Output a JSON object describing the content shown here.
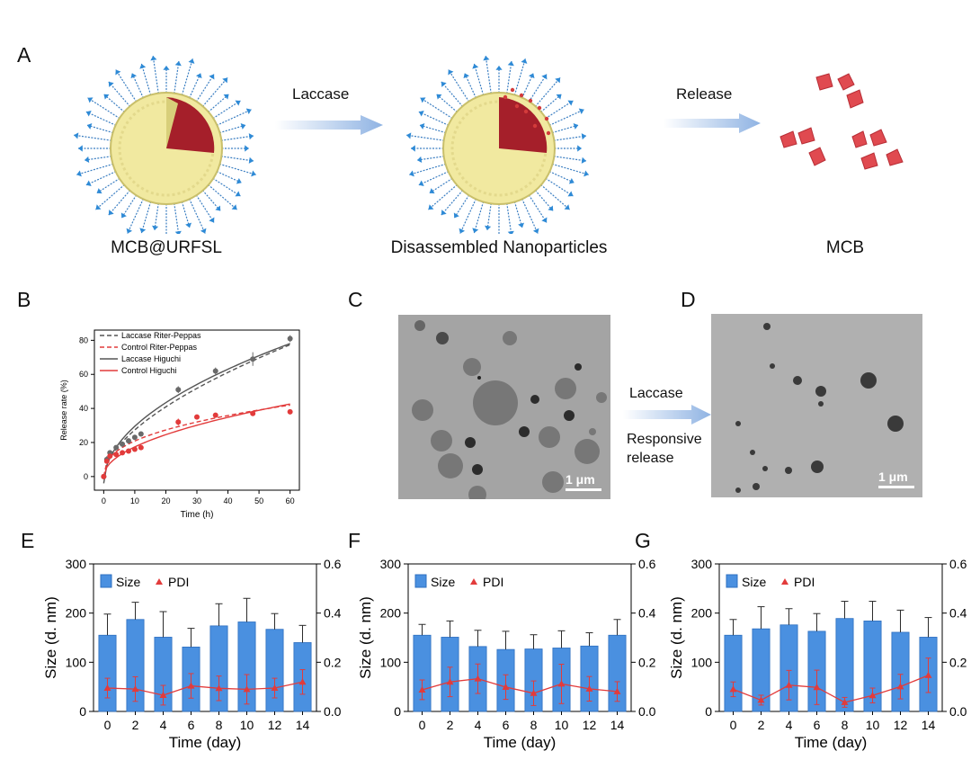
{
  "panels": {
    "A": {
      "letter": "A",
      "captions": [
        "MCB@URFSL",
        "Disassembled Nanoparticles",
        "MCB"
      ],
      "arrows": [
        "Laccase",
        "Release"
      ]
    },
    "B": {
      "letter": "B"
    },
    "C": {
      "letter": "C",
      "scale": "1 μm"
    },
    "D": {
      "letter": "D",
      "scale": "1 μm"
    },
    "mid": {
      "line1": "Laccase",
      "line2": "Responsive",
      "line3": "release"
    },
    "E": {
      "letter": "E"
    },
    "F": {
      "letter": "F"
    },
    "G": {
      "letter": "G"
    }
  },
  "colors": {
    "bar": "#4a90e0",
    "pdi": "#e23b3b",
    "arrow": "#9fbde6",
    "laccase": "#555555",
    "control": "#e23b3b"
  },
  "chart_data": [
    {
      "id": "B",
      "type": "line",
      "xlabel": "Time (h)",
      "ylabel": "Release rate (%)",
      "xlim": [
        -3,
        63
      ],
      "ylim": [
        -8,
        86
      ],
      "xticks": [
        0,
        10,
        20,
        30,
        40,
        50,
        60
      ],
      "yticks": [
        0,
        20,
        40,
        60,
        80
      ],
      "legend_position": "top-left",
      "legend": [
        "Laccase Riter-Peppas",
        "Control Riter-Peppas",
        "Laccase Higuchi",
        "Control Higuchi"
      ],
      "series": [
        {
          "name": "Laccase",
          "x": [
            0,
            1,
            2,
            4,
            6,
            8,
            10,
            12,
            24,
            36,
            48,
            60
          ],
          "y": [
            0,
            10,
            14,
            17,
            19,
            21,
            23,
            25,
            51,
            62,
            69,
            81
          ],
          "err": [
            1,
            2,
            1,
            1,
            1,
            1,
            1,
            1,
            2,
            2,
            4,
            2
          ]
        },
        {
          "name": "Control",
          "x": [
            0,
            1,
            2,
            4,
            6,
            8,
            10,
            12,
            24,
            30,
            36,
            48,
            60
          ],
          "y": [
            0,
            9,
            12,
            13,
            14,
            15,
            16,
            17,
            32,
            35,
            36,
            37,
            38
          ],
          "err": [
            1,
            1,
            1,
            1,
            1,
            1,
            1,
            1,
            2,
            1,
            1,
            1,
            1
          ]
        }
      ]
    },
    {
      "id": "E",
      "type": "bar",
      "xlabel": "Time (day)",
      "ylabel": "Size (d. nm)",
      "y2label": "PDI",
      "ylim": [
        0,
        300
      ],
      "y2lim": [
        0,
        0.6
      ],
      "yticks": [
        0,
        100,
        200,
        300
      ],
      "y2ticks": [
        0.0,
        0.2,
        0.4,
        0.6
      ],
      "legend": [
        "Size",
        "PDI"
      ],
      "categories": [
        "0",
        "2",
        "4",
        "6",
        "8",
        "10",
        "12",
        "14"
      ],
      "series": [
        {
          "name": "Size",
          "values": [
            155,
            187,
            151,
            131,
            174,
            182,
            167,
            140
          ],
          "err": [
            43,
            35,
            52,
            38,
            45,
            48,
            32,
            35
          ]
        },
        {
          "name": "PDI",
          "values": [
            0.095,
            0.091,
            0.066,
            0.104,
            0.094,
            0.09,
            0.095,
            0.12
          ],
          "err": [
            0.04,
            0.05,
            0.04,
            0.05,
            0.05,
            0.06,
            0.04,
            0.05
          ]
        }
      ]
    },
    {
      "id": "F",
      "type": "bar",
      "xlabel": "Time (day)",
      "ylabel": "Size (d. nm)",
      "y2label": "PDI",
      "ylim": [
        0,
        300
      ],
      "y2lim": [
        0,
        0.6
      ],
      "yticks": [
        0,
        100,
        200,
        300
      ],
      "y2ticks": [
        0.0,
        0.2,
        0.4,
        0.6
      ],
      "legend": [
        "Size",
        "PDI"
      ],
      "categories": [
        "0",
        "2",
        "4",
        "6",
        "8",
        "10",
        "12",
        "14"
      ],
      "series": [
        {
          "name": "Size",
          "values": [
            155,
            151,
            132,
            126,
            127,
            129,
            133,
            155
          ],
          "err": [
            22,
            33,
            33,
            37,
            29,
            35,
            27,
            32
          ]
        },
        {
          "name": "PDI",
          "values": [
            0.088,
            0.12,
            0.133,
            0.099,
            0.074,
            0.112,
            0.092,
            0.081
          ],
          "err": [
            0.04,
            0.06,
            0.06,
            0.05,
            0.05,
            0.08,
            0.05,
            0.04
          ]
        }
      ]
    },
    {
      "id": "G",
      "type": "bar",
      "xlabel": "Time (day)",
      "ylabel": "Size (d. nm)",
      "y2label": "PDI",
      "ylim": [
        0,
        300
      ],
      "y2lim": [
        0,
        0.6
      ],
      "yticks": [
        0,
        100,
        200,
        300
      ],
      "y2ticks": [
        0.0,
        0.2,
        0.4,
        0.6
      ],
      "legend": [
        "Size",
        "PDI"
      ],
      "categories": [
        "0",
        "2",
        "4",
        "6",
        "8",
        "10",
        "12",
        "14"
      ],
      "series": [
        {
          "name": "Size",
          "values": [
            155,
            168,
            176,
            163,
            189,
            184,
            161,
            151
          ],
          "err": [
            32,
            45,
            33,
            36,
            35,
            40,
            45,
            40
          ]
        },
        {
          "name": "PDI",
          "values": [
            0.09,
            0.046,
            0.107,
            0.098,
            0.037,
            0.065,
            0.101,
            0.147
          ],
          "err": [
            0.03,
            0.02,
            0.06,
            0.07,
            0.02,
            0.03,
            0.05,
            0.07
          ]
        }
      ]
    }
  ]
}
